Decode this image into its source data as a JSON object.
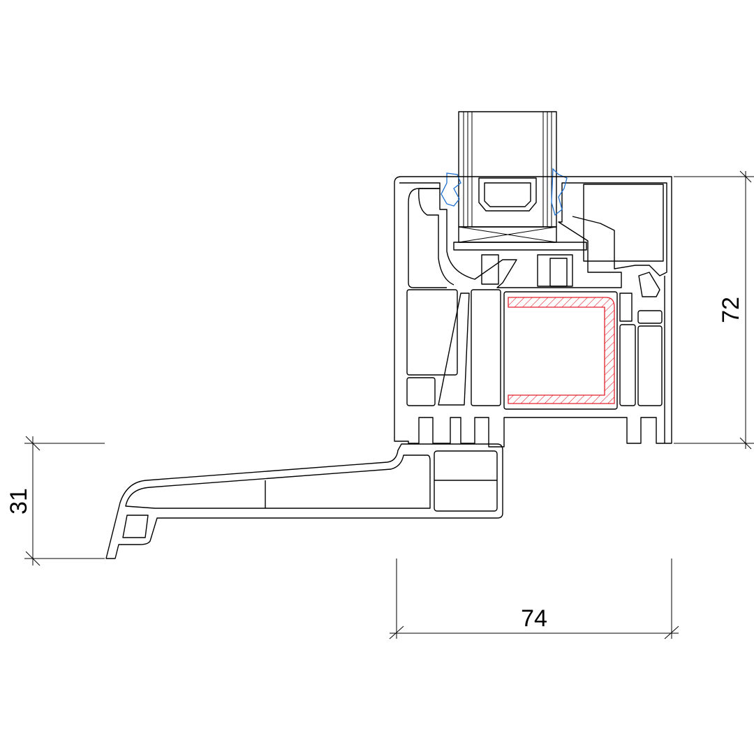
{
  "drawing": {
    "dimensions": {
      "frame_height": "72",
      "sill_height": "31",
      "frame_width": "74"
    },
    "colors": {
      "line": "#000000",
      "reinforcement": "#e0202a",
      "gasket": "#1e6fd0"
    }
  }
}
